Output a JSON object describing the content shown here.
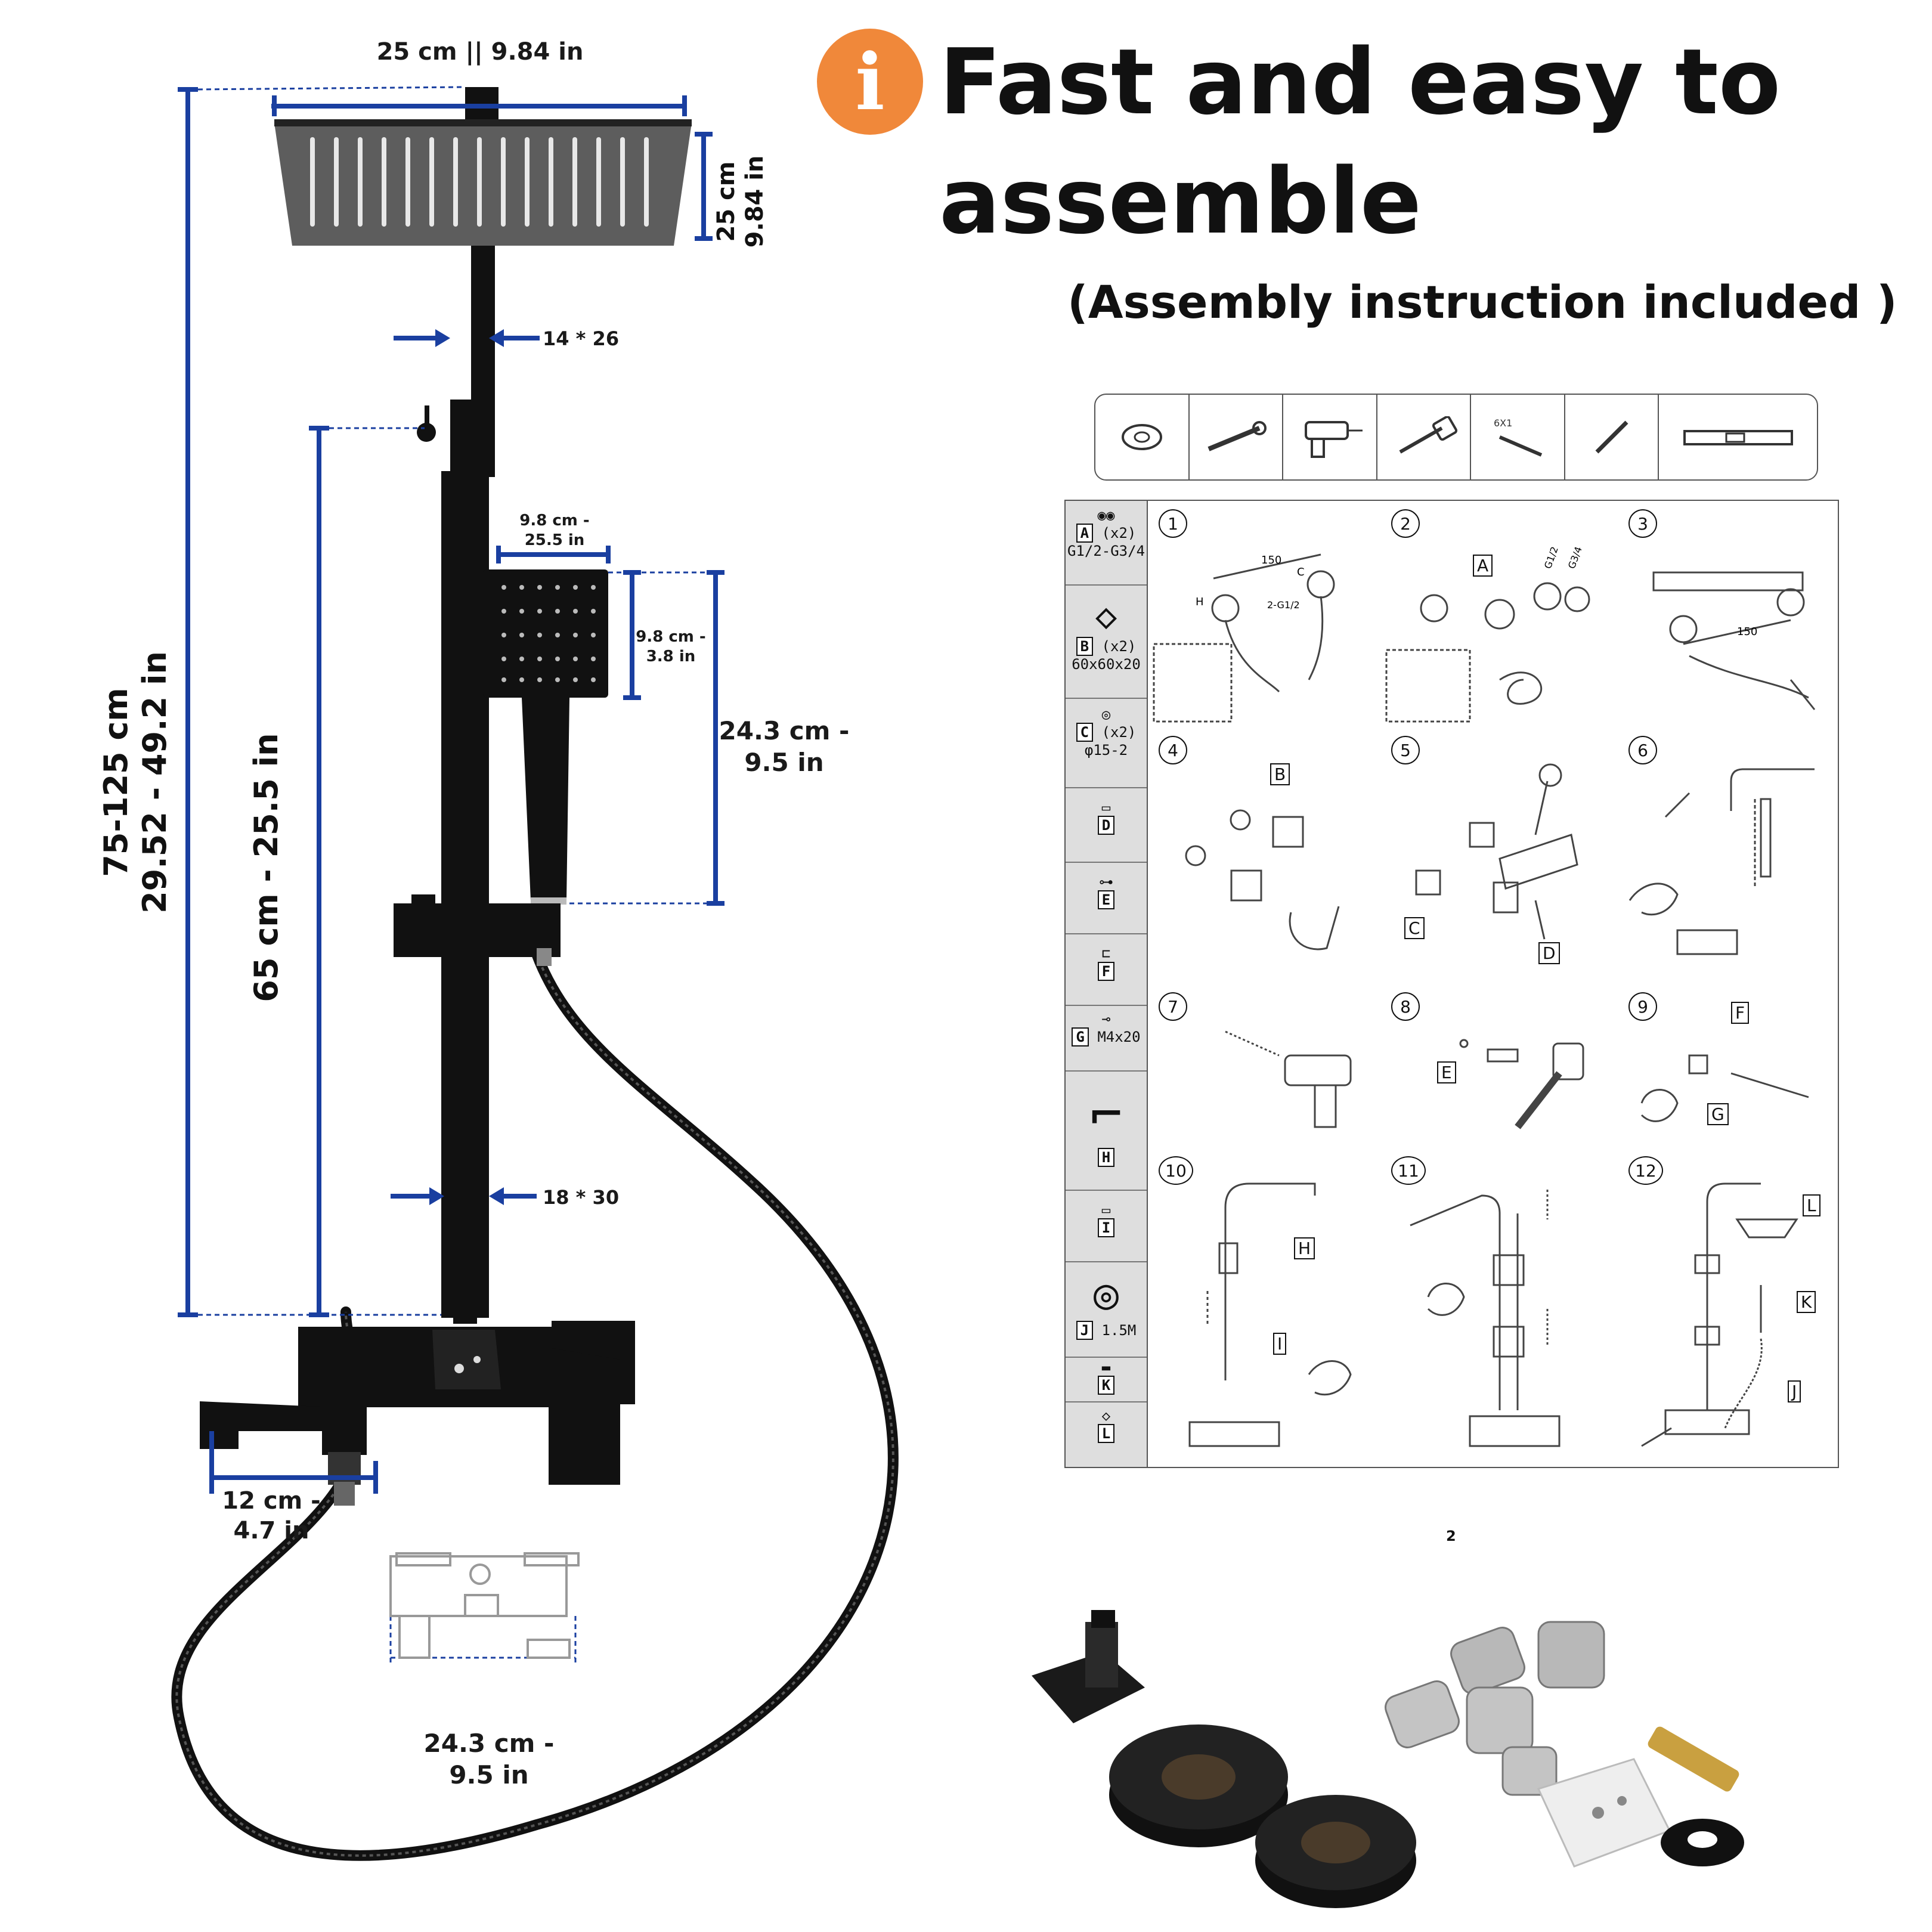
{
  "headline": {
    "line1": "Fast and easy to",
    "line2": "assemble"
  },
  "subhead": "(Assembly instruction included )",
  "info_icon": {
    "name": "info-icon",
    "glyph": "i",
    "color": "#f0883a"
  },
  "accent_color": "#1a3fa0",
  "dimensions": {
    "head_width": "25 cm || 9.84 in",
    "head_depth_cm": "25 cm",
    "head_depth_in": "9.84 in",
    "upper_pipe": "14 * 26",
    "lower_pipe": "18 * 30",
    "total_height_cm": "75-125 cm",
    "total_height_in": "29.52 - 49.2 in",
    "rail_height": "65 cm - 25.5 in",
    "hand_head_width_l1": "9.8 cm -",
    "hand_head_width_l2": "25.5 in",
    "hand_head_height_l1": "9.8 cm -",
    "hand_head_height_l2": "3.8 in",
    "hand_shower_l1": "24.3 cm -",
    "hand_shower_l2": "9.5 in",
    "spout_l1": "12 cm -",
    "spout_l2": "4.7 in",
    "mixer_l1": "24.3 cm -",
    "mixer_l2": "9.5 in"
  },
  "manual": {
    "tools": [
      "tape-icon",
      "wrench-icon",
      "drill-icon",
      "hammer-icon",
      "screwdriver-icon",
      "pencil-icon",
      "level-icon"
    ],
    "tool_text": "6X1",
    "parts": [
      {
        "letter": "A",
        "qty": "(x2)",
        "spec": "G1/2-G3/4"
      },
      {
        "letter": "B",
        "qty": "(x2)",
        "spec": "60x60x20"
      },
      {
        "letter": "C",
        "qty": "(x2)",
        "spec": "φ15-2"
      },
      {
        "letter": "D",
        "qty": "",
        "spec": ""
      },
      {
        "letter": "E",
        "qty": "",
        "spec": ""
      },
      {
        "letter": "F",
        "qty": "",
        "spec": ""
      },
      {
        "letter": "G",
        "qty": "",
        "spec": "M4x20"
      },
      {
        "letter": "H",
        "qty": "",
        "spec": ""
      },
      {
        "letter": "I",
        "qty": "",
        "spec": ""
      },
      {
        "letter": "J",
        "qty": "",
        "spec": "1.5M"
      },
      {
        "letter": "K",
        "qty": "",
        "spec": ""
      },
      {
        "letter": "L",
        "qty": "",
        "spec": ""
      }
    ],
    "steps": [
      "1",
      "2",
      "3",
      "4",
      "5",
      "6",
      "7",
      "8",
      "9",
      "10",
      "11",
      "12"
    ],
    "step1_labels": {
      "dim": "150",
      "h": "H",
      "c": "C",
      "thread": "2-G1/2"
    },
    "step2_labels": {
      "a": "A",
      "g12": "G1/2",
      "g34": "G3/4"
    },
    "step3_labels": {
      "dim": "150"
    },
    "step4_labels": {
      "b": "B"
    },
    "step5_labels": {
      "c": "C",
      "d": "D"
    },
    "step8_labels": {
      "e": "E"
    },
    "step9_labels": {
      "f": "F",
      "g": "G"
    },
    "step10_labels": {
      "h": "H",
      "i": "I"
    },
    "step12_labels": {
      "l": "L",
      "k": "K",
      "j": "J"
    },
    "page_number": "2"
  }
}
